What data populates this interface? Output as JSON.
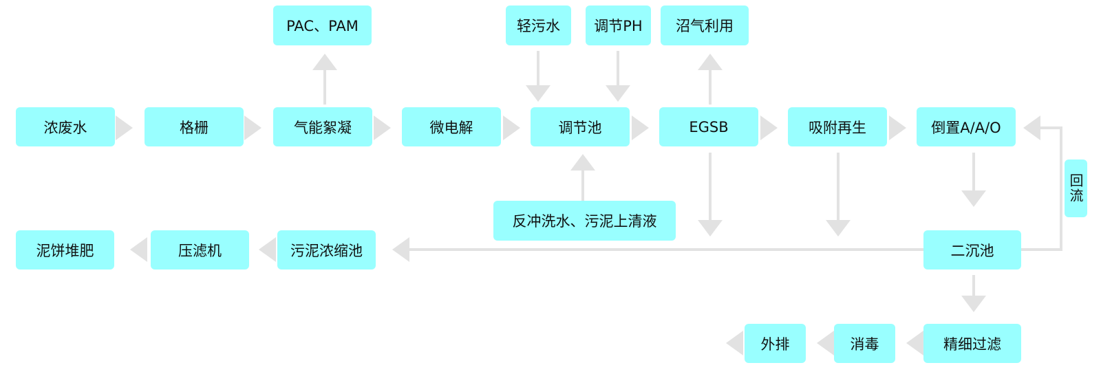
{
  "colors": {
    "node_fill": "#99FFFF",
    "text": "#111111",
    "connector": "#E2E2E2"
  },
  "nodes": {
    "concentrated_wastewater": "浓废水",
    "grille": "格栅",
    "air_flotation": "气能絮凝",
    "pac_pam": "PAC、PAM",
    "micro_electrolysis": "微电解",
    "light_wastewater": "轻污水",
    "ph_adjust": "调节PH",
    "regulating_tank": "调节池",
    "backwash_water": "反冲洗水、污泥上清液",
    "egsb": "EGSB",
    "biogas_use": "沼气利用",
    "adsorption_regeneration": "吸附再生",
    "inverted_aao": "倒置A/A/O",
    "reflux": "回流",
    "secondary_clarifier": "二沉池",
    "sludge_thickener": "污泥浓缩池",
    "filter_press": "压滤机",
    "sludge_cake_compost": "泥饼堆肥",
    "fine_filtration": "精细过滤",
    "disinfection": "消毒",
    "discharge": "外排"
  }
}
